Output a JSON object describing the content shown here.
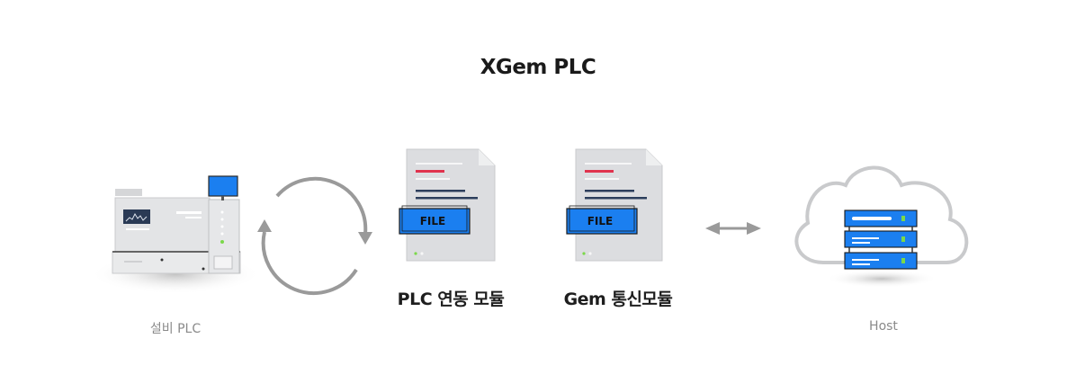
{
  "title": "XGem PLC",
  "nodes": {
    "equipment": {
      "label": "설비 PLC"
    },
    "plc_module": {
      "label": "PLC 연동 모듈",
      "tag": "FILE"
    },
    "gem_module": {
      "label": "Gem 통신모듈",
      "tag": "FILE"
    },
    "host": {
      "label": "Host"
    }
  },
  "colors": {
    "accent_blue": "#1b7ff0",
    "accent_red": "#e0334e",
    "doc_gray": "#d9dadc",
    "arrow_gray": "#9a9a9a",
    "navy": "#2c3e5c"
  }
}
